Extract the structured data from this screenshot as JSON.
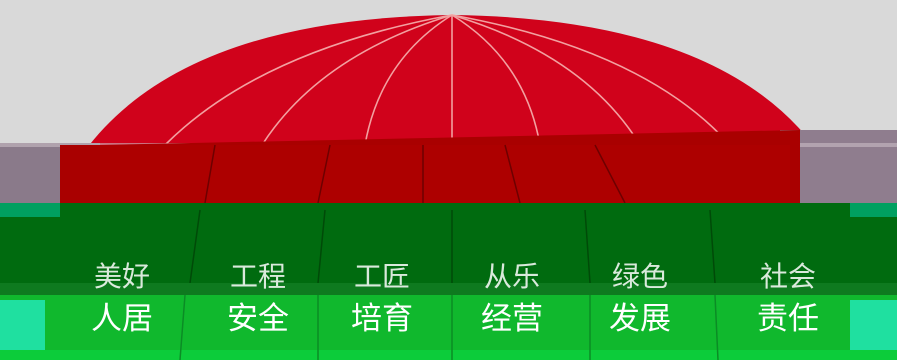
{
  "colors": {
    "background": "#d9d9d9",
    "umbrella_red": "#d0021b",
    "umbrella_dark_red": "#a90000",
    "band_dark_green": "#006b0f",
    "band_green": "#10b82d",
    "band_teal": "#00b56a"
  },
  "segments": [
    {
      "top": "美好",
      "bottom": "人居"
    },
    {
      "top": "工程",
      "bottom": "安全"
    },
    {
      "top": "工匠",
      "bottom": "培育"
    },
    {
      "top": "从乐",
      "bottom": "经营"
    },
    {
      "top": "绿色",
      "bottom": "发展"
    },
    {
      "top": "社会",
      "bottom": "责任"
    }
  ]
}
